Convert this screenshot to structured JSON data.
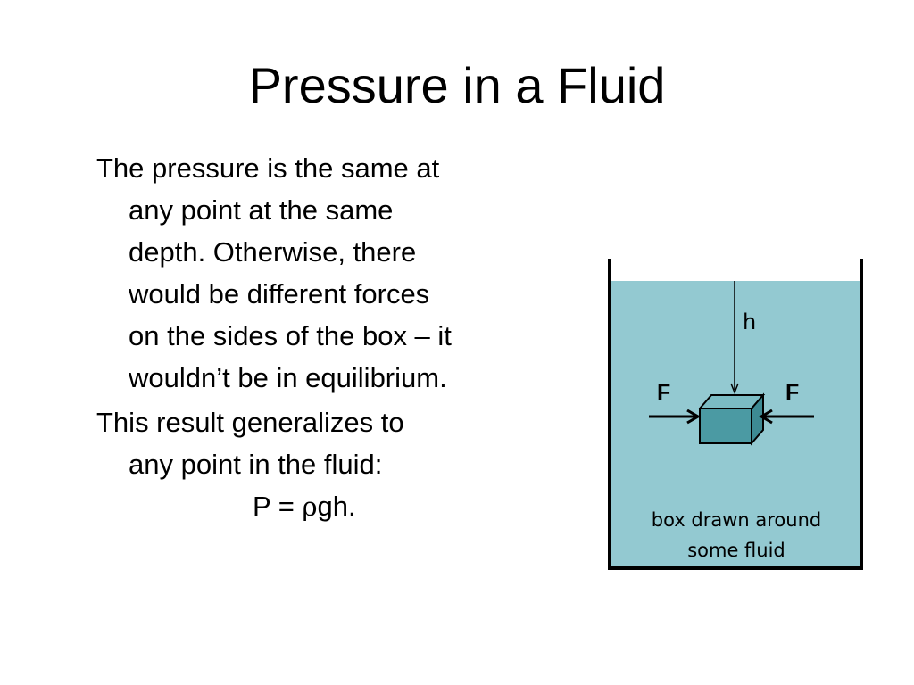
{
  "slide": {
    "title": "Pressure in a Fluid",
    "paragraphs": [
      {
        "lines": [
          "The pressure is the same at",
          "any point at the same",
          "depth. Otherwise, there",
          "would be different forces",
          "on the sides of the box – it",
          "wouldn’t be in equilibrium."
        ]
      },
      {
        "lines": [
          "This result generalizes to",
          "any point in the fluid:"
        ]
      }
    ],
    "formula": {
      "prefix": "P = ",
      "symbol": "ρ",
      "suffix": "gh."
    }
  },
  "diagram": {
    "depth_label": "h",
    "force_left_label": "F",
    "force_right_label": "F",
    "caption_line1": "box drawn around",
    "caption_line2": "some fluid",
    "colors": {
      "fluid": "#93c9d1",
      "box_front": "#4b9aa3",
      "box_top": "#7bbcc4",
      "box_side": "#3d8a93",
      "outline": "#000000"
    }
  }
}
